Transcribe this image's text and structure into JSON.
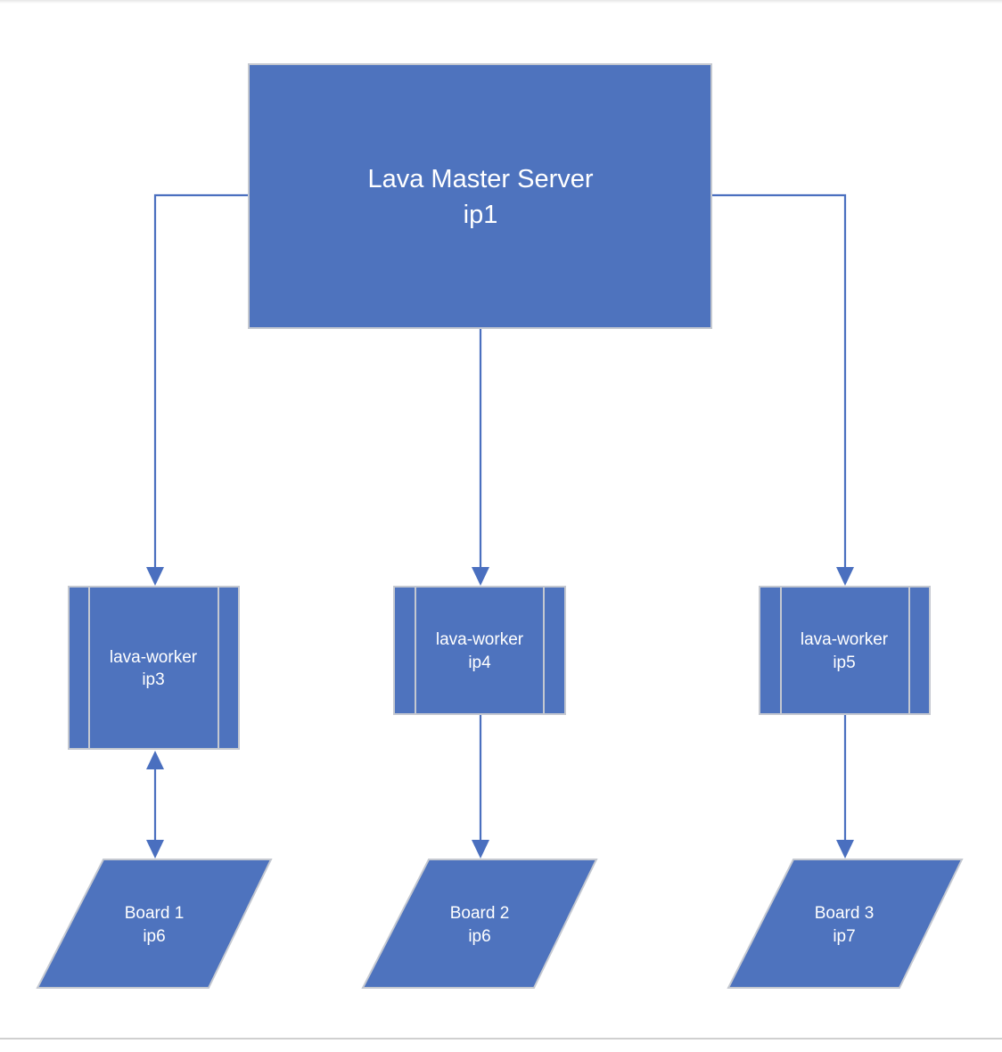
{
  "diagram": {
    "master": {
      "line1": "Lava Master Server",
      "line2": "ip1"
    },
    "workers": [
      {
        "line1": "lava-worker",
        "line2": "ip3"
      },
      {
        "line1": "lava-worker",
        "line2": "ip4"
      },
      {
        "line1": "lava-worker",
        "line2": "ip5"
      }
    ],
    "boards": [
      {
        "line1": "Board 1",
        "line2": "ip6"
      },
      {
        "line1": "Board 2",
        "line2": "ip6"
      },
      {
        "line1": "Board 3",
        "line2": "ip7"
      }
    ],
    "colors": {
      "node_fill": "#4e73be",
      "node_border": "#c4c8d0",
      "connector": "#4a6fbf",
      "text": "#ffffff"
    },
    "connections": [
      {
        "from": "master",
        "to": "worker-1",
        "direction": "forward"
      },
      {
        "from": "master",
        "to": "worker-2",
        "direction": "forward"
      },
      {
        "from": "master",
        "to": "worker-3",
        "direction": "forward"
      },
      {
        "from": "worker-1",
        "to": "board-1",
        "direction": "both"
      },
      {
        "from": "worker-2",
        "to": "board-2",
        "direction": "forward"
      },
      {
        "from": "worker-3",
        "to": "board-3",
        "direction": "forward"
      }
    ]
  }
}
